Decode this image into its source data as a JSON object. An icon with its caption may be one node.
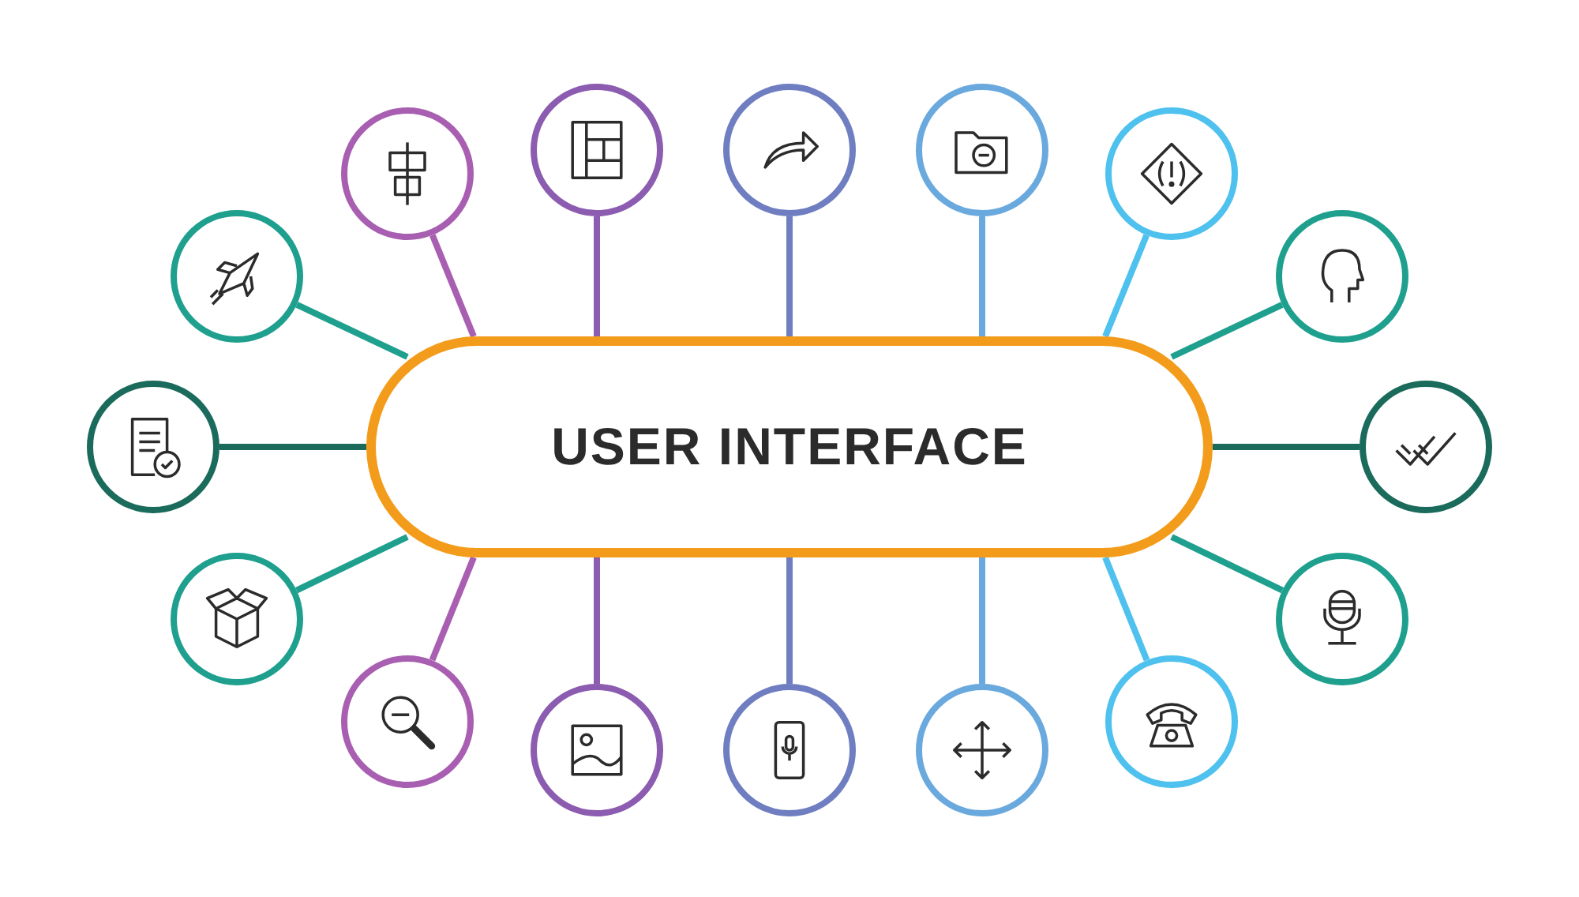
{
  "diagram": {
    "nodes": [
      {
        "text": [
          "USER INTERFACE"
        ]
      },
      {
        "text": [],
        "shape": "circle"
      },
      {
        "text": [],
        "shape": "circle"
      },
      {
        "text": [],
        "shape": "circle"
      },
      {
        "text": [],
        "shape": "circle"
      },
      {
        "text": [],
        "shape": "circle"
      },
      {
        "text": [],
        "shape": "circle"
      },
      {
        "text": [],
        "shape": "circle"
      },
      {
        "text": [],
        "shape": "circle"
      },
      {
        "text": [],
        "shape": "circle"
      },
      {
        "text": [],
        "shape": "circle"
      },
      {
        "text": [],
        "shape": "circle"
      },
      {
        "text": [],
        "shape": "circle"
      },
      {
        "text": [],
        "shape": "circle"
      },
      {
        "text": [],
        "shape": "circle"
      },
      {
        "text": [],
        "shape": "circle"
      },
      {
        "text": [],
        "shape": "circle"
      }
    ],
    "edges": [
      {
        "from": 0,
        "to": 1,
        "arrow": "none",
        "color": "#1fa08e"
      },
      {
        "from": 0,
        "to": 2,
        "arrow": "none",
        "color": "#a95fb1"
      },
      {
        "from": 0,
        "to": 3,
        "arrow": "none",
        "color": "#8b5cb0"
      },
      {
        "from": 0,
        "to": 4,
        "arrow": "none",
        "color": "#6f7ec1"
      },
      {
        "from": 0,
        "to": 5,
        "arrow": "none",
        "color": "#6aa9de"
      },
      {
        "from": 0,
        "to": 6,
        "arrow": "none",
        "color": "#4fc1ee"
      },
      {
        "from": 0,
        "to": 7,
        "arrow": "none",
        "color": "#1fa08e"
      },
      {
        "from": 0,
        "to": 8,
        "arrow": "none",
        "color": "#1a6b5b"
      },
      {
        "from": 0,
        "to": 9,
        "arrow": "none",
        "color": "#1a6b5b"
      },
      {
        "from": 0,
        "to": 10,
        "arrow": "none",
        "color": "#1fa08e"
      },
      {
        "from": 0,
        "to": 11,
        "arrow": "none",
        "color": "#a95fb1"
      },
      {
        "from": 0,
        "to": 12,
        "arrow": "none",
        "color": "#8b5cb0"
      },
      {
        "from": 0,
        "to": 13,
        "arrow": "none",
        "color": "#6f7ec1"
      },
      {
        "from": 0,
        "to": 14,
        "arrow": "none",
        "color": "#6aa9de"
      },
      {
        "from": 0,
        "to": 15,
        "arrow": "none",
        "color": "#4fc1ee"
      },
      {
        "from": 0,
        "to": 16,
        "arrow": "none",
        "color": "#1fa08e"
      }
    ]
  }
}
